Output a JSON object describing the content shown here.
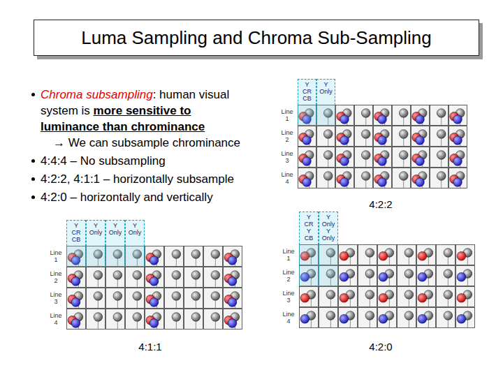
{
  "diagram": {
    "title": "Luma Sampling and Chroma Sub-Sampling",
    "nodes": [
      {
        "text": [
          "Y CR CB"
        ]
      },
      {
        "text": [
          "Y Only"
        ]
      },
      {
        "text": [
          "Y CR CB"
        ]
      },
      {
        "text": [
          "Y Only"
        ]
      },
      {
        "text": [
          "Y Only"
        ]
      },
      {
        "text": [
          "Y Only"
        ]
      },
      {
        "text": [
          "Y CR Y CB"
        ]
      },
      {
        "text": [
          "Y Only Y Only"
        ]
      }
    ],
    "labels": [
      "Chroma subsampling",
      ": human visual system is",
      "more sensitive to luminance than chrominance",
      "→ We can subsample chrominance",
      "4:4:4 – No subsampling",
      "4:2:2, 4:1:1 – horizontally subsample",
      "4:2:0 – horizontally and vertically",
      "Line 1",
      "Line 2",
      "Line 3",
      "Line 4",
      "4:2:2",
      "Line 1",
      "Line 2",
      "Line 3",
      "Line 4",
      "4:1:1",
      "Line 1",
      "Line 2",
      "Line 3",
      "Line 4",
      "4:2:0"
    ]
  }
}
